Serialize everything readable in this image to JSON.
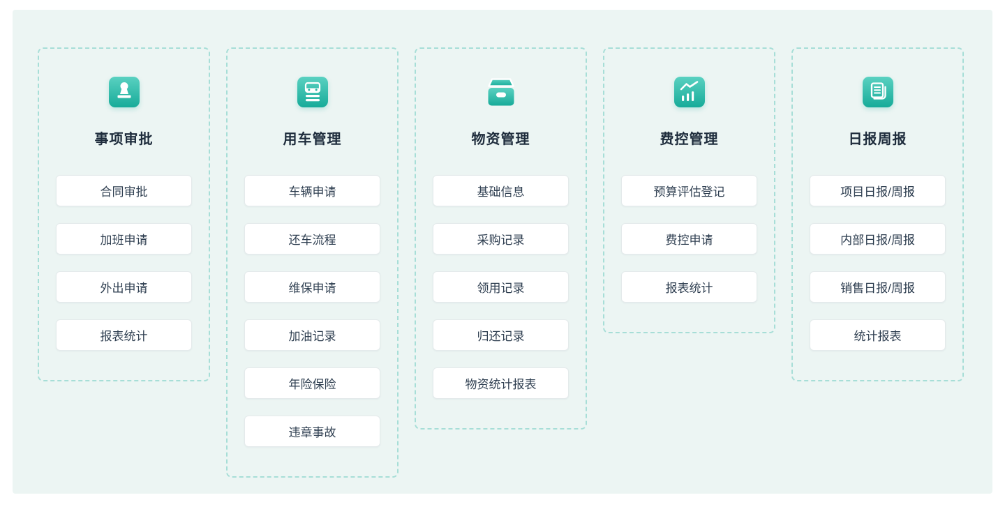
{
  "theme": {
    "page_bg": "#ffffff",
    "panel_bg": "#ecf5f3",
    "dash_border": "#a7ded7",
    "icon_gradient_top": "#5ad1c1",
    "icon_gradient_bottom": "#17ab99",
    "title_color": "#1e2c3c",
    "item_text_color": "#2e3e50"
  },
  "columns": [
    {
      "id": "approval",
      "icon": "stamp-icon",
      "title": "事项审批",
      "items": [
        "合同审批",
        "加班申请",
        "外出申请",
        "报表统计"
      ]
    },
    {
      "id": "vehicle",
      "icon": "car-icon",
      "title": "用车管理",
      "items": [
        "车辆申请",
        "还车流程",
        "维保申请",
        "加油记录",
        "年险保险",
        "违章事故"
      ]
    },
    {
      "id": "materials",
      "icon": "archive-box-icon",
      "title": "物资管理",
      "items": [
        "基础信息",
        "采购记录",
        "领用记录",
        "归还记录",
        "物资统计报表"
      ]
    },
    {
      "id": "expense-control",
      "icon": "trend-chart-icon",
      "title": "费控管理",
      "items": [
        "预算评估登记",
        "费控申请",
        "报表统计"
      ]
    },
    {
      "id": "daily-weekly-report",
      "icon": "report-doc-icon",
      "title": "日报周报",
      "items": [
        "项目日报/周报",
        "内部日报/周报",
        "销售日报/周报",
        "统计报表"
      ]
    }
  ]
}
